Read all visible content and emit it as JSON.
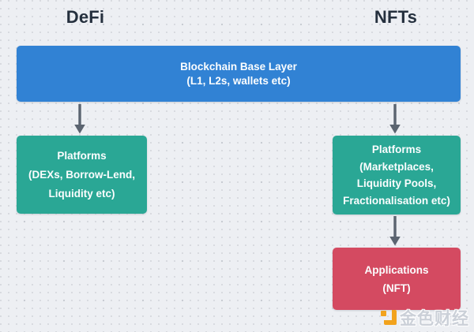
{
  "headers": {
    "left": "DeFi",
    "right": "NFTs"
  },
  "nodes": {
    "base": {
      "title": "Blockchain Base Layer",
      "subtitle": "(L1, L2s, wallets etc)",
      "color": "#3182d4"
    },
    "defi_platforms": {
      "lines": [
        "Platforms",
        "(DEXs, Borrow-Lend,",
        "Liquidity etc)"
      ],
      "color": "#2aa795"
    },
    "nft_platforms": {
      "lines": [
        "Platforms",
        "(Marketplaces,",
        "Liquidity Pools,",
        "Fractionalisation etc)"
      ],
      "color": "#2aa795"
    },
    "nft_applications": {
      "lines": [
        "Applications",
        "(NFT)"
      ],
      "color": "#d44a61"
    }
  },
  "arrows": {
    "color": "#5b6470"
  },
  "watermark": {
    "text": "金色财经",
    "logo_color": "#f2a31d"
  },
  "page": {
    "background": "#edeff3",
    "dot_color": "#d6d9de",
    "header_color": "#25303e"
  }
}
